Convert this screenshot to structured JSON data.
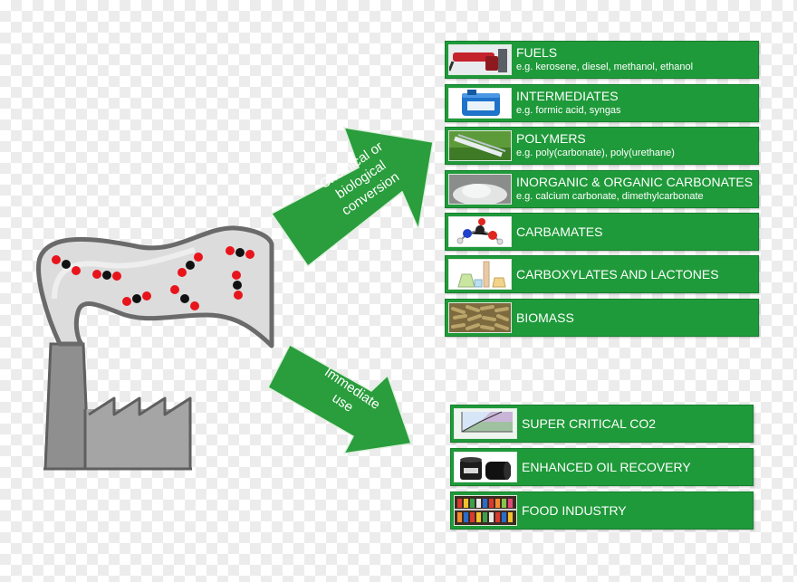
{
  "arrows": {
    "upper": [
      "Chemical or",
      "biological",
      "conversion"
    ],
    "lower": [
      "Immediate",
      "use"
    ]
  },
  "conversion_products": [
    {
      "title": "FUELS",
      "sub": "e.g. kerosene, diesel, methanol, ethanol",
      "icon": "fuel-pump-nozzle-icon"
    },
    {
      "title": "INTERMEDIATES",
      "sub": "e.g. formic acid, syngas",
      "icon": "chemical-canister-icon"
    },
    {
      "title": "POLYMERS",
      "sub": "e.g. poly(carbonate), poly(urethane)",
      "icon": "polymer-film-icon"
    },
    {
      "title": "INORGANIC & ORGANIC CARBONATES",
      "sub": "e.g.  calcium carbonate, dimethylcarbonate",
      "icon": "white-powder-icon"
    },
    {
      "title": "CARBAMATES",
      "sub": "",
      "icon": "molecule-model-icon"
    },
    {
      "title": "CARBOXYLATES AND LACTONES",
      "sub": "",
      "icon": "lab-glassware-icon"
    },
    {
      "title": "BIOMASS",
      "sub": "",
      "icon": "pellets-icon"
    }
  ],
  "immediate_uses": [
    {
      "title": "SUPER CRITICAL CO2",
      "icon": "phase-diagram-icon"
    },
    {
      "title": "ENHANCED OIL RECOVERY",
      "icon": "oil-barrels-icon"
    },
    {
      "title": "FOOD INDUSTRY",
      "icon": "beverage-shelf-icon"
    }
  ],
  "colors": {
    "box_green": "#1f9a3a",
    "arrow_green": "#2a9d3c",
    "factory_gray": "#8a8a8a",
    "molecule_red": "#e8141c",
    "molecule_black": "#111111"
  }
}
